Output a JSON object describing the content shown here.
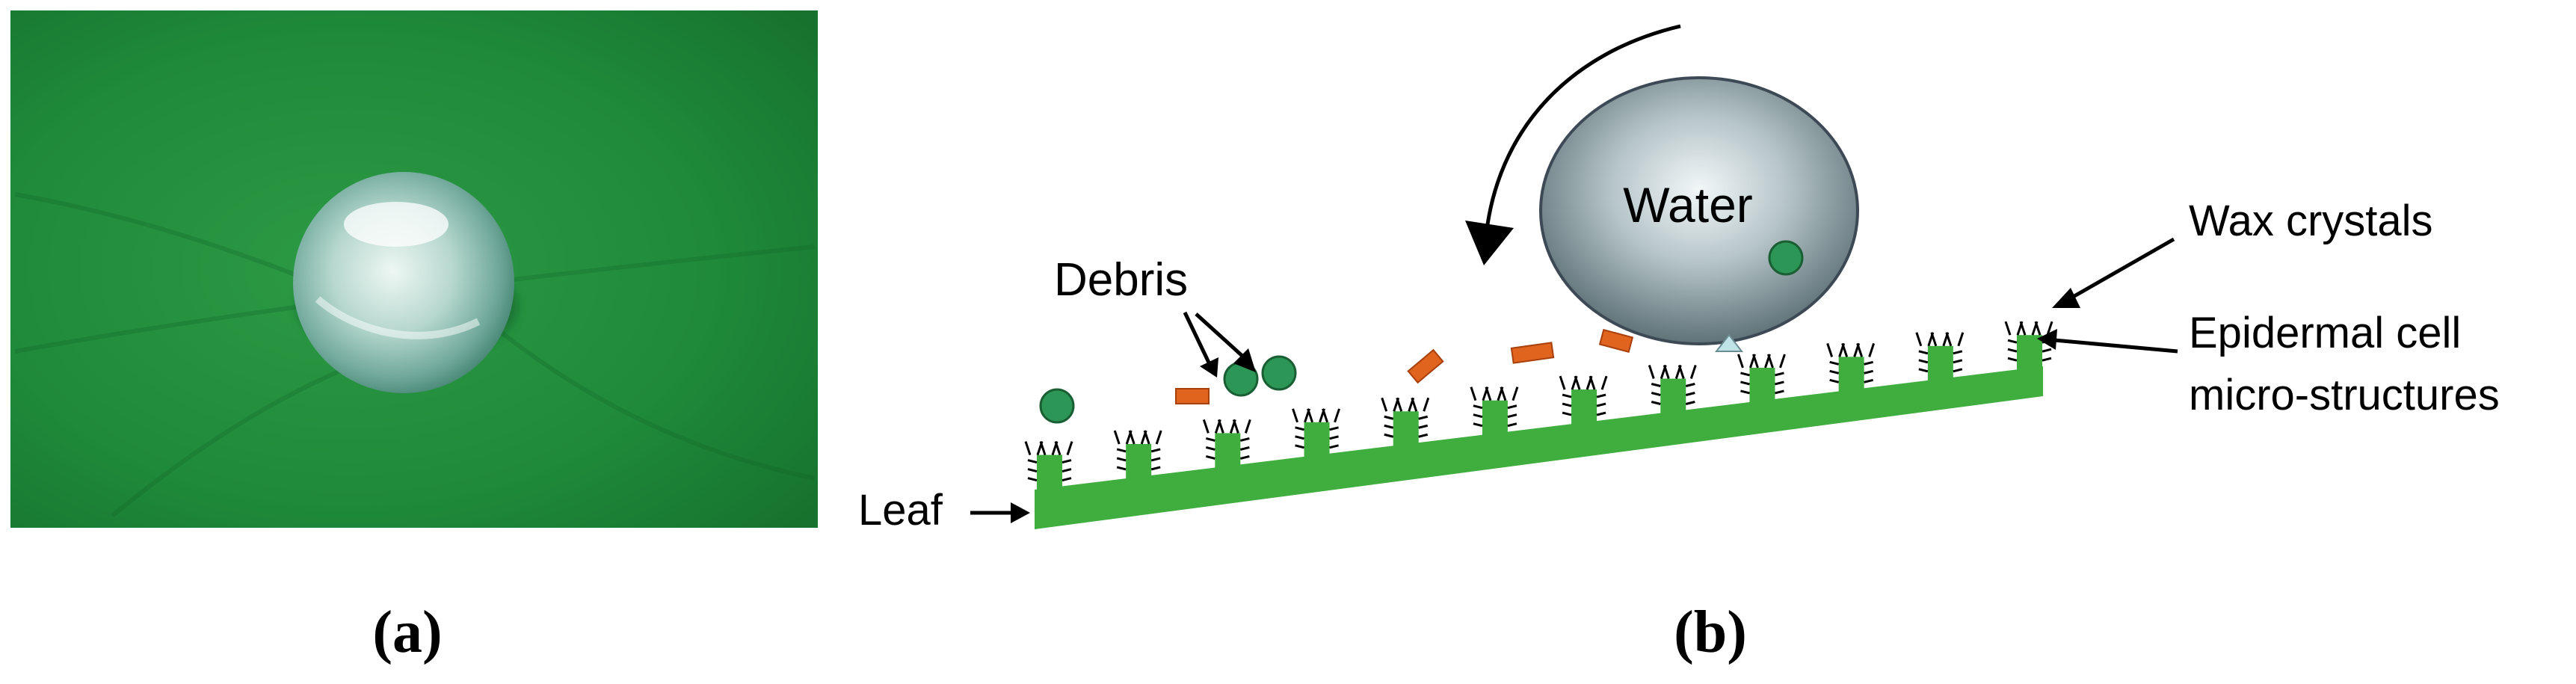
{
  "panel_a": {
    "caption": "(a)"
  },
  "panel_b": {
    "caption": "(b)",
    "labels": {
      "water": "Water",
      "debris": "Debris",
      "wax_crystals": "Wax crystals",
      "epidermal_line1": "Epidermal cell",
      "epidermal_line2": "micro-structures",
      "leaf": "Leaf"
    },
    "colors": {
      "leaf_green": "#3fae3f",
      "debris_orange": "#e0641e",
      "debris_green": "#2b9655",
      "water_gray": "#7f9196",
      "photo_green": "#1f8a3a"
    }
  }
}
